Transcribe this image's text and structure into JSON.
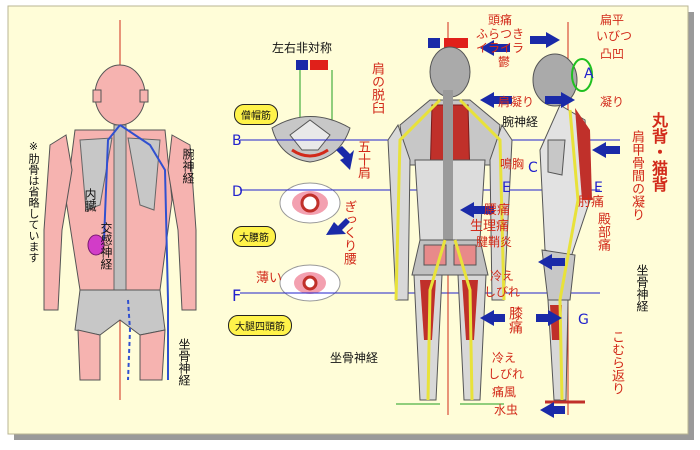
{
  "colors": {
    "panel": "#fffdd8",
    "skin": "#f6b3b0",
    "bone": "#c7c7c7",
    "muscle": "#c0302a",
    "nerve_yellow": "#e8e23a",
    "arrow_blue": "#1a2aa8",
    "label_red": "#d22a1a",
    "line_blue": "#2222cc"
  },
  "left_figure": {
    "note": "※肋骨は省略しています",
    "arm_nerve": "腕神経",
    "organ_label": "内臓",
    "sympathetic": "交感神経",
    "sciatic": "坐骨神経"
  },
  "middle": {
    "asymmetry": "左右非対称",
    "shoulder_dislocation": "肩の脱臼",
    "frozen_shoulder": "五十肩",
    "trapezius_pill": "僧帽筋",
    "psoas_pill": "大腰筋",
    "quadriceps_pill": "大腿四頭筋",
    "back_strain": "ぎっくり腰",
    "thin": "薄い"
  },
  "back_figure": {
    "headache": [
      "頭痛",
      "ふらつき",
      "イライラ",
      "鬱"
    ],
    "shoulder_stiff": "肩凝り",
    "arm_nerve": "腕神経",
    "chest_noise": "鳴胸",
    "lumbago": "腰痛",
    "menstrual": "生理痛",
    "tendon": "腱鞘炎",
    "cold_numb": [
      "冷え",
      "しびれ"
    ],
    "knee_pain": "膝痛",
    "sciatic": "坐骨神経",
    "cold_numb2": [
      "冷え",
      "しびれ"
    ],
    "gout": "痛風",
    "athletes_foot": "水虫"
  },
  "side_figure": {
    "flat": "扁平",
    "distorted": "いびつ",
    "bumpy": "凸凹",
    "stiff": "凝り",
    "rounded_back": "丸背・猫背",
    "scapula": "肩甲骨間の凝り",
    "elbow": "肘痛",
    "buttock": "殿部痛",
    "sciatic": "坐骨神経",
    "calf": "こむら返り"
  },
  "letters": [
    "A",
    "B",
    "C",
    "D",
    "E",
    "E",
    "F",
    "G"
  ]
}
